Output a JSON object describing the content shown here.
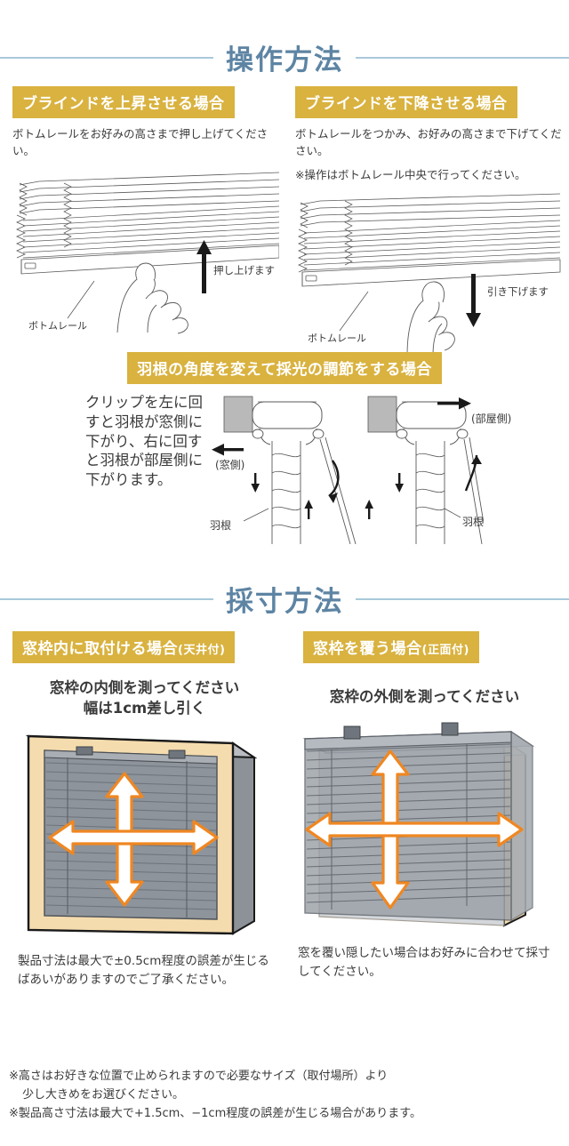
{
  "sections": {
    "operation": {
      "title": "操作方法",
      "raise": {
        "header": "ブラインドを上昇させる場合",
        "body": "ボトムレールをお好みの高さまで押し上げてください。",
        "arrow_label": "押し上げます",
        "part_label": "ボトムレール"
      },
      "lower": {
        "header": "ブラインドを下降させる場合",
        "body": "ボトムレールをつかみ、お好みの高さまで下げてください。",
        "note": "※操作はボトムレール中央で行ってください。",
        "arrow_label": "引き下げます",
        "part_label": "ボトムレール"
      },
      "tilt": {
        "header": "羽根の角度を変えて採光の調節をする場合",
        "body": "クリップを左に回すと羽根が窓側に下がり、右に回すと羽根が部屋側に下がります。",
        "left_arrow_label": "(窓側)",
        "right_arrow_label": "(部屋側)",
        "slat_label_left": "羽根",
        "slat_label_right": "羽根"
      }
    },
    "measure": {
      "title": "採寸方法",
      "inside": {
        "header_main": "窓枠内に取付ける場合",
        "header_sub": "(天井付)",
        "instruction_line1": "窓枠の内側を測ってください",
        "instruction_line2": "幅は1cm差し引く",
        "caption": "製品寸法は最大で±0.5cm程度の誤差が生じるばあいがありますのでご了承ください。"
      },
      "outside": {
        "header_main": "窓枠を覆う場合",
        "header_sub": "(正面付)",
        "instruction_line1": "窓枠の外側を測ってください",
        "caption": "窓を覆い隠したい場合はお好みに合わせて採寸してください。"
      }
    },
    "footnotes": {
      "line1": "※高さはお好きな位置で止められますので必要なサイズ（取付場所）より",
      "line2": "少し大きめをお選びください。",
      "line3": "※製品高さ寸法は最大で+1.5cm、−1cm程度の誤差が生じる場合があります。"
    }
  },
  "colors": {
    "gold": "#d9b23f",
    "title_blue": "#5d84a3",
    "rule_blue": "#a9c9da",
    "arrow_orange": "#ef8722",
    "frame_beige": "#f5dcae",
    "slat_gray": "#9a9fa5",
    "text": "#3a3a3a"
  }
}
